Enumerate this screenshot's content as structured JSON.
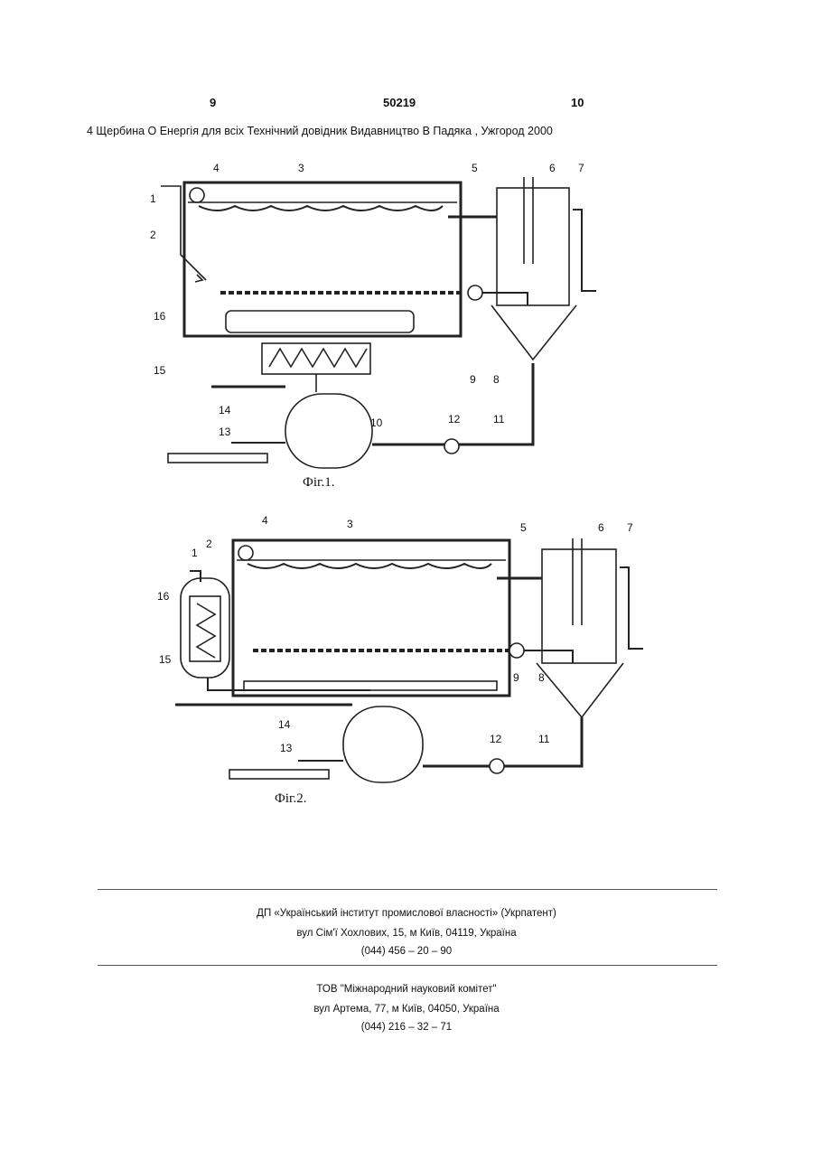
{
  "header": {
    "page_left": "9",
    "doc_number": "50219",
    "page_right": "10"
  },
  "reference": "4  Щербина О  Енергія для всіх  Технічний довідник  Видавництво В  Падяка , Ужгород  2000",
  "figures": [
    {
      "caption": "Фіг.1.",
      "labels": [
        "1",
        "2",
        "3",
        "4",
        "5",
        "6",
        "7",
        "8",
        "9",
        "10",
        "11",
        "12",
        "13",
        "14",
        "15",
        "16"
      ]
    },
    {
      "caption": "Фіг.2.",
      "labels": [
        "1",
        "2",
        "3",
        "4",
        "5",
        "6",
        "7",
        "8",
        "9",
        "11",
        "12",
        "13",
        "14",
        "15",
        "16"
      ]
    }
  ],
  "footer": {
    "org1": {
      "name": "ДП «Український інститут промислової власності» (Укрпатент)",
      "address": "вул  Сім'ї Хохлових, 15, м  Київ, 04119, Україна",
      "phone": "(044) 456 – 20 –  90"
    },
    "org2": {
      "name": "ТОВ \"Міжнародний науковий комітет\"",
      "address": "вул  Артема, 77, м  Київ, 04050, Україна",
      "phone": "(044) 216 – 32 – 71"
    }
  }
}
